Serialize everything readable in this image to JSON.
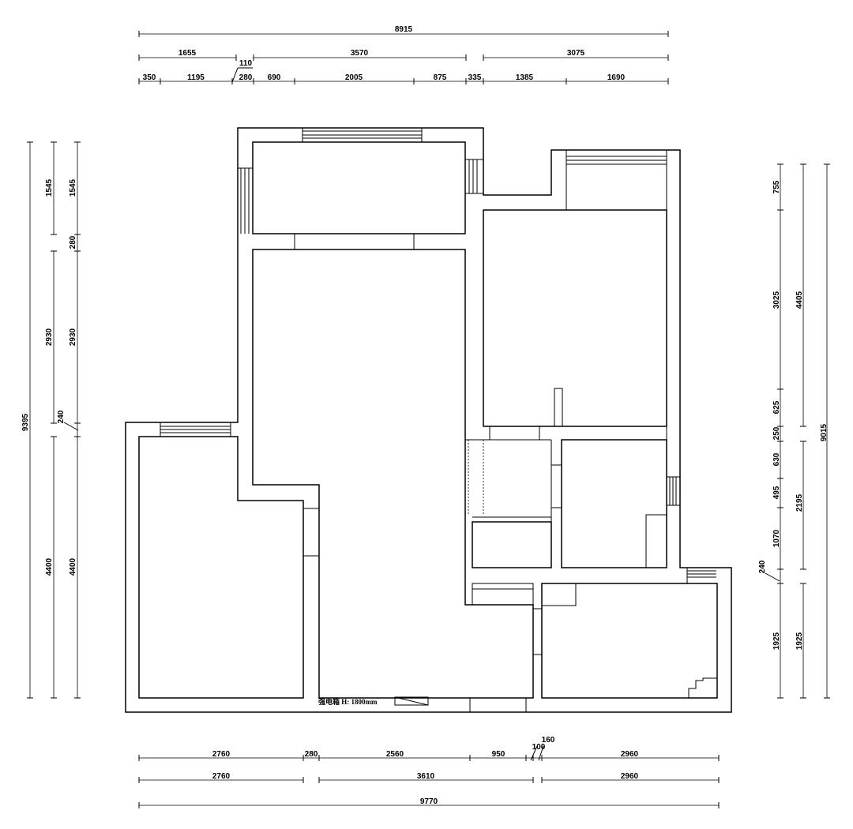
{
  "dimensions": {
    "top_total": "8915",
    "top_mid": [
      "1655",
      "110",
      "3570",
      "3075"
    ],
    "top_detail": [
      "350",
      "1195",
      "280",
      "690",
      "2005",
      "875",
      "335",
      "1385",
      "1690"
    ],
    "left_total": "9395",
    "left_outer": [
      "1545",
      "2930",
      "240",
      "4400"
    ],
    "left_inner": [
      "1545",
      "280",
      "2930",
      "4400"
    ],
    "right_inner": [
      "755",
      "3025",
      "625",
      "250",
      "630",
      "495",
      "1070",
      "240",
      "1925"
    ],
    "right_mid": [
      "4405",
      "2195",
      "1925"
    ],
    "right_total": "9015",
    "bottom_detail": [
      "2760",
      "280",
      "2560",
      "950",
      "100",
      "160",
      "2960"
    ],
    "bottom_mid": [
      "2760",
      "3610",
      "2960"
    ],
    "bottom_total": "9770"
  },
  "annotations": {
    "panel_note": "强电箱 H: 1800mm"
  }
}
